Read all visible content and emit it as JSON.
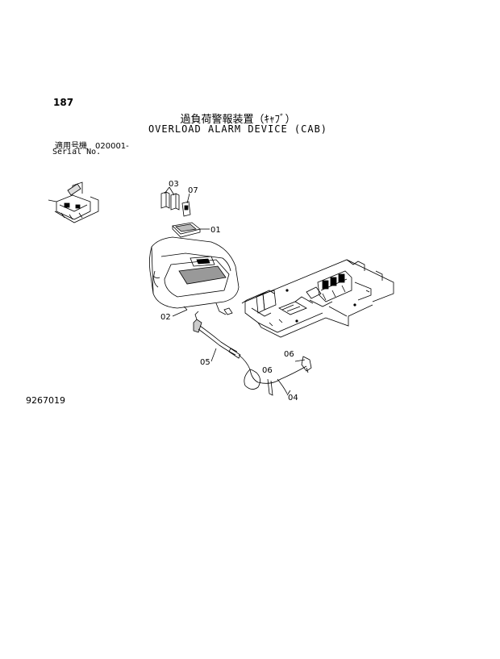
{
  "page_number": "187",
  "title_jp": "過負荷警報装置（ｷｬﾌﾞ）",
  "title_en": "OVERLOAD ALARM DEVICE (CAB)",
  "serial_jp": "適用号機　020001-",
  "serial_en": "Serial No.",
  "drawing_number": "9267019",
  "callouts": {
    "c03": "03",
    "c07": "07",
    "c01": "01",
    "c02": "02",
    "c05": "05",
    "c06a": "06",
    "c06b": "06",
    "c04": "04"
  }
}
